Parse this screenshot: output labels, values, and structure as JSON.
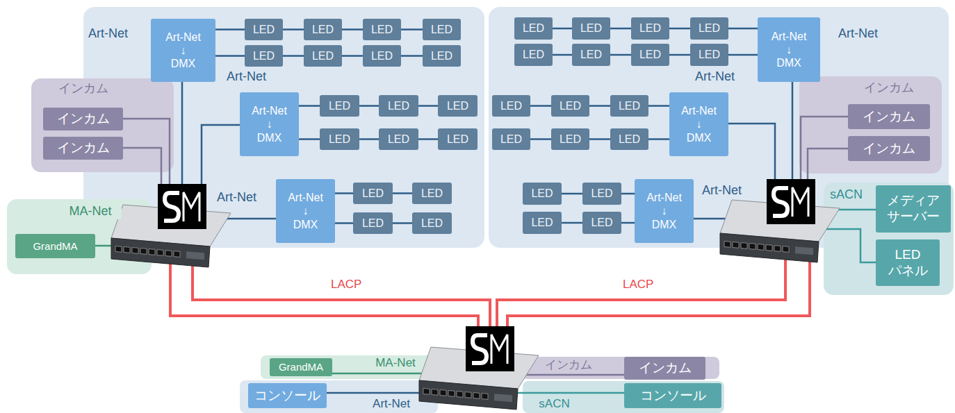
{
  "diagram": {
    "nodes": [
      {
        "text": [
          "インカム"
        ]
      },
      {
        "text": [
          "インカム"
        ],
        "in": 0
      },
      {
        "text": [
          "インカム"
        ],
        "in": 0
      },
      {
        "text": [
          "MA-Net"
        ]
      },
      {
        "text": [
          "GrandMA"
        ],
        "in": 3
      },
      {
        "text": [
          "Art-Net ↓ DMX"
        ]
      },
      {
        "text": [
          "LED"
        ]
      },
      {
        "text": [
          "LED"
        ]
      },
      {
        "text": [
          "LED"
        ]
      },
      {
        "text": [
          "LED"
        ]
      },
      {
        "text": [
          "LED"
        ]
      },
      {
        "text": [
          "LED"
        ]
      },
      {
        "text": [
          "LED"
        ]
      },
      {
        "text": [
          "LED"
        ]
      },
      {
        "text": [
          "Art-Net ↓ DMX"
        ]
      },
      {
        "text": [
          "LED"
        ]
      },
      {
        "text": [
          "LED"
        ]
      },
      {
        "text": [
          "LED"
        ]
      },
      {
        "text": [
          "LED"
        ]
      },
      {
        "text": [
          "LED"
        ]
      },
      {
        "text": [
          "LED"
        ]
      },
      {
        "text": [
          "Art-Net ↓ DMX"
        ]
      },
      {
        "text": [
          "LED"
        ]
      },
      {
        "text": [
          "LED"
        ]
      },
      {
        "text": [
          "LED"
        ]
      },
      {
        "text": [
          "LED"
        ]
      },
      {
        "text": [
          "Art-Net ↓ DMX"
        ]
      },
      {
        "text": [
          "LED"
        ]
      },
      {
        "text": [
          "LED"
        ]
      },
      {
        "text": [
          "LED"
        ]
      },
      {
        "text": [
          "LED"
        ]
      },
      {
        "text": [
          "LED"
        ]
      },
      {
        "text": [
          "LED"
        ]
      },
      {
        "text": [
          "LED"
        ]
      },
      {
        "text": [
          "LED"
        ]
      },
      {
        "text": [
          "Art-Net ↓ DMX"
        ]
      },
      {
        "text": [
          "LED"
        ]
      },
      {
        "text": [
          "LED"
        ]
      },
      {
        "text": [
          "LED"
        ]
      },
      {
        "text": [
          "LED"
        ]
      },
      {
        "text": [
          "LED"
        ]
      },
      {
        "text": [
          "LED"
        ]
      },
      {
        "text": [
          "Art-Net ↓ DMX"
        ]
      },
      {
        "text": [
          "LED"
        ]
      },
      {
        "text": [
          "LED"
        ]
      },
      {
        "text": [
          "LED"
        ]
      },
      {
        "text": [
          "LED"
        ]
      },
      {
        "text": [
          "インカム"
        ]
      },
      {
        "text": [
          "インカム"
        ],
        "in": 47
      },
      {
        "text": [
          "インカム"
        ],
        "in": 47
      },
      {
        "text": [
          "sACN"
        ]
      },
      {
        "text": [
          "メディア サーバー"
        ],
        "in": 50
      },
      {
        "text": [
          "LED パネル"
        ],
        "in": 50
      },
      {
        "text": [
          "MA-Net"
        ]
      },
      {
        "text": [
          "GrandMA"
        ],
        "in": 53
      },
      {
        "text": [
          "Art-Net"
        ]
      },
      {
        "text": [
          "コンソール"
        ],
        "in": 55
      },
      {
        "text": [
          "インカム"
        ]
      },
      {
        "text": [
          "インカム"
        ],
        "in": 57
      },
      {
        "text": [
          "sACN"
        ]
      },
      {
        "text": [
          "コンソール"
        ],
        "in": 59
      }
    ],
    "edges": [
      {
        "from": 5,
        "to": 6,
        "arrow": "none"
      },
      {
        "from": 6,
        "to": 7,
        "arrow": "none"
      },
      {
        "from": 7,
        "to": 8,
        "arrow": "none"
      },
      {
        "from": 8,
        "to": 9,
        "arrow": "none"
      },
      {
        "from": 5,
        "to": 10,
        "arrow": "none"
      },
      {
        "from": 10,
        "to": 11,
        "arrow": "none"
      },
      {
        "from": 11,
        "to": 12,
        "arrow": "none"
      },
      {
        "from": 12,
        "to": 13,
        "arrow": "none"
      },
      {
        "from": 14,
        "to": 15,
        "arrow": "none"
      },
      {
        "from": 15,
        "to": 16,
        "arrow": "none"
      },
      {
        "from": 16,
        "to": 17,
        "arrow": "none"
      },
      {
        "from": 14,
        "to": 18,
        "arrow": "none"
      },
      {
        "from": 18,
        "to": 19,
        "arrow": "none"
      },
      {
        "from": 19,
        "to": 20,
        "arrow": "none"
      },
      {
        "from": 21,
        "to": 22,
        "arrow": "none"
      },
      {
        "from": 22,
        "to": 23,
        "arrow": "none"
      },
      {
        "from": 21,
        "to": 24,
        "arrow": "none"
      },
      {
        "from": 24,
        "to": 25,
        "arrow": "none"
      },
      {
        "from": 26,
        "to": 30,
        "arrow": "none"
      },
      {
        "from": 30,
        "to": 29,
        "arrow": "none"
      },
      {
        "from": 29,
        "to": 28,
        "arrow": "none"
      },
      {
        "from": 28,
        "to": 27,
        "arrow": "none"
      },
      {
        "from": 26,
        "to": 34,
        "arrow": "none"
      },
      {
        "from": 34,
        "to": 33,
        "arrow": "none"
      },
      {
        "from": 33,
        "to": 32,
        "arrow": "none"
      },
      {
        "from": 32,
        "to": 31,
        "arrow": "none"
      },
      {
        "from": 35,
        "to": 38,
        "arrow": "none"
      },
      {
        "from": 38,
        "to": 37,
        "arrow": "none"
      },
      {
        "from": 37,
        "to": 36,
        "arrow": "none"
      },
      {
        "from": 35,
        "to": 41,
        "arrow": "none"
      },
      {
        "from": 41,
        "to": 40,
        "arrow": "none"
      },
      {
        "from": 40,
        "to": 39,
        "arrow": "none"
      },
      {
        "from": 42,
        "to": 44,
        "arrow": "none"
      },
      {
        "from": 44,
        "to": 43,
        "arrow": "none"
      },
      {
        "from": 42,
        "to": 46,
        "arrow": "none"
      },
      {
        "from": 46,
        "to": 45,
        "arrow": "none"
      }
    ],
    "labels": [
      "Art-Net",
      "Art-Net",
      "Art-Net",
      "Art-Net",
      "Art-Net",
      "Art-Net",
      "LACP",
      "LACP"
    ]
  }
}
